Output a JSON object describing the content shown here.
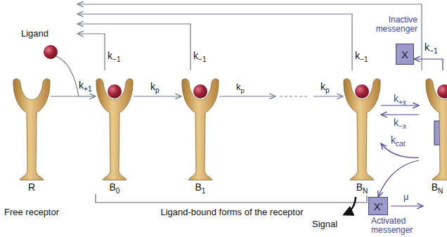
{
  "diagram": {
    "nodes": [
      {
        "text": [
          "R"
        ]
      },
      {
        "text": [
          "B0"
        ]
      },
      {
        "text": [
          "B1"
        ]
      },
      {
        "text": [
          "BN"
        ]
      },
      {
        "text": [
          "BN"
        ]
      },
      {
        "text": [
          "X"
        ]
      },
      {
        "text": [
          "X'"
        ]
      }
    ],
    "edges": [
      {
        "from": 0,
        "to": 1,
        "label": "k+1",
        "arrow": "to"
      },
      {
        "from": 1,
        "to": 2,
        "label": "kp",
        "arrow": "to"
      },
      {
        "from": 2,
        "to": 3,
        "label": "kp",
        "arrow": "to"
      },
      {
        "from": 1,
        "to": 0,
        "label": "k−1",
        "arrow": "to"
      },
      {
        "from": 2,
        "to": 0,
        "label": "k−1",
        "arrow": "to"
      },
      {
        "from": 3,
        "to": 0,
        "label": "k−1",
        "arrow": "to"
      },
      {
        "from": 4,
        "to": 0,
        "label": "k−1",
        "arrow": "to"
      },
      {
        "from": 3,
        "to": 4,
        "label": "k+x",
        "arrow": "to"
      },
      {
        "from": 4,
        "to": 3,
        "label": "k−x",
        "arrow": "to"
      },
      {
        "from": 4,
        "to": 3,
        "label": "kcat",
        "arrow": "to"
      },
      {
        "from": 4,
        "to": 6,
        "arrow": "to"
      },
      {
        "from": 4,
        "to": 5,
        "arrow": "to"
      }
    ],
    "labels": [
      "Ligand",
      "Inactive messenger",
      "kp",
      "Free receptor",
      "Ligand-bound forms of the receptor",
      "Signal",
      "μ",
      "Activated messenger"
    ]
  }
}
